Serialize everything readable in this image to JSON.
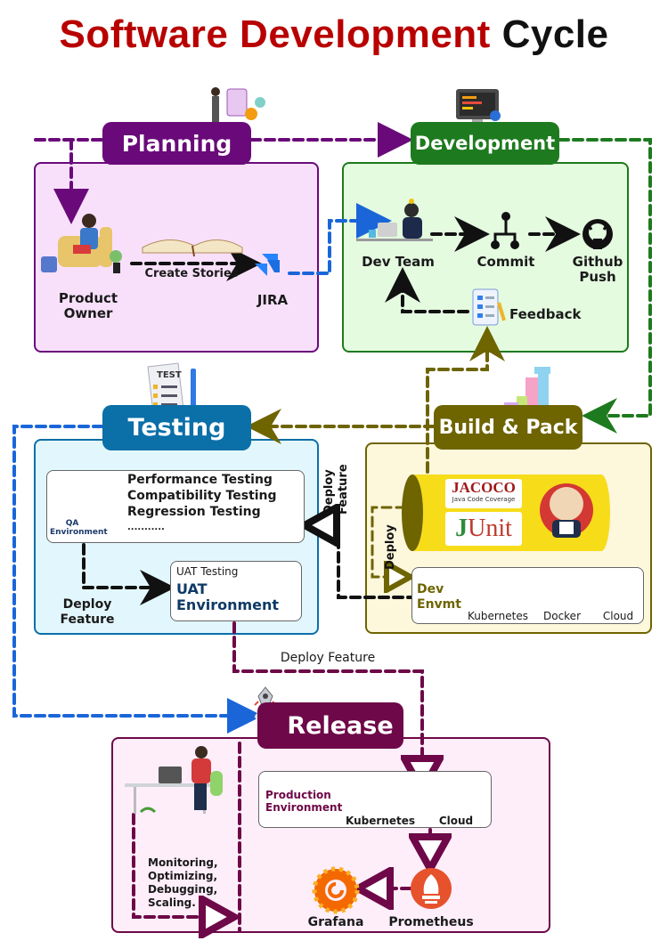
{
  "title": {
    "part1": "Software Development",
    "part2": "Cycle"
  },
  "colors": {
    "title_red": "#b80000",
    "planning": "#6a0a7a",
    "development": "#1e7a1e",
    "testing": "#0b6fa8",
    "build": "#6e6400",
    "release": "#6e0848",
    "flow_blue": "#1a66d9"
  },
  "planning": {
    "label": "Planning",
    "product_owner": "Product Owner",
    "create_stories": "Create Stories",
    "jira": "JIRA"
  },
  "development": {
    "label": "Development",
    "dev_team": "Dev Team",
    "commit": "Commit",
    "github_push": "Github Push",
    "feedback": "Feedback"
  },
  "testing": {
    "label": "Testing",
    "qa_environment": "QA Environment",
    "test_types": [
      "Performance Testing",
      "Compatibility Testing",
      "Regression Testing",
      "..........."
    ],
    "uat_testing": "UAT Testing",
    "uat_environment": "UAT Environment",
    "deploy_feature": "Deploy Feature"
  },
  "build": {
    "label": "Build & Pack",
    "jacoco": "JACOCO",
    "jacoco_sub": "Java Code Coverage",
    "junit_j": "J",
    "junit_rest": "Unit",
    "deploy": "Deploy",
    "deploy_feature": "Deploy Feature",
    "dev_envmt": "Dev Envmt",
    "tools": [
      "Kubernetes",
      "Docker",
      "Cloud"
    ]
  },
  "release": {
    "label": "Release",
    "deploy_feature": "Deploy Feature",
    "production_environment": "Production Environment",
    "tools": [
      "Kubernetes",
      "Cloud"
    ],
    "ops_tasks": "Monitoring, Optimizing, Debugging, Scaling.",
    "prometheus": "Prometheus",
    "grafana": "Grafana"
  }
}
